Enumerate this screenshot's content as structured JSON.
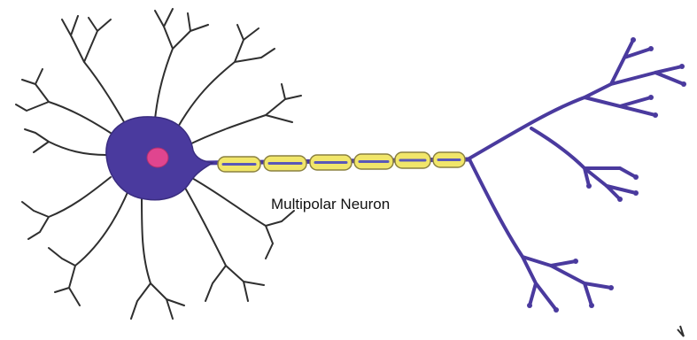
{
  "caption": "Multipolar Neuron",
  "colors": {
    "background": "#ffffff",
    "soma": "#4a3a9e",
    "nucleus": "#e0458f",
    "dendrite": "#2f2f2f",
    "axon": "#4a3a9e",
    "myelin_fill": "#f1e66a",
    "myelin_stroke": "#8a8040",
    "myelin_core": "#5a58b8",
    "terminal": "#4a3a9e"
  },
  "parts": [
    "cell-body",
    "nucleus",
    "dendrites",
    "axon",
    "myelin-sheath",
    "axon-terminals"
  ],
  "myelin_segment_count": 6
}
